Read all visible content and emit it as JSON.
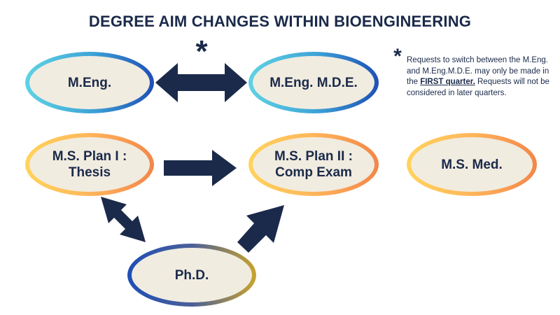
{
  "title": "DEGREE AIM CHANGES WITHIN BIOENGINEERING",
  "nodes": {
    "meng": "M.Eng.",
    "meng_mde": "M.Eng. M.D.E.",
    "ms_plan1": "M.S. Plan I :\nThesis",
    "ms_plan2": "M.S. Plan II :\nComp Exam",
    "ms_med": "M.S. Med.",
    "phd": "Ph.D."
  },
  "asterisk": "*",
  "note": {
    "before": "Requests to switch between the M.Eng. and M.Eng.M.D.E. may only be made in the ",
    "emphasis": "FIRST quarter.",
    "after": " Requests will not be considered in later quarters."
  },
  "colors": {
    "text": "#1b2a4a",
    "arrow": "#1b2a4a",
    "node_fill": "#f1ece0",
    "blue_ring": [
      "#5fd3e4",
      "#1f4fb6"
    ],
    "warm_ring": [
      "#ffd45c",
      "#f2864a"
    ],
    "phd_ring": [
      "#1f4fb6",
      "#c9a42c"
    ]
  }
}
